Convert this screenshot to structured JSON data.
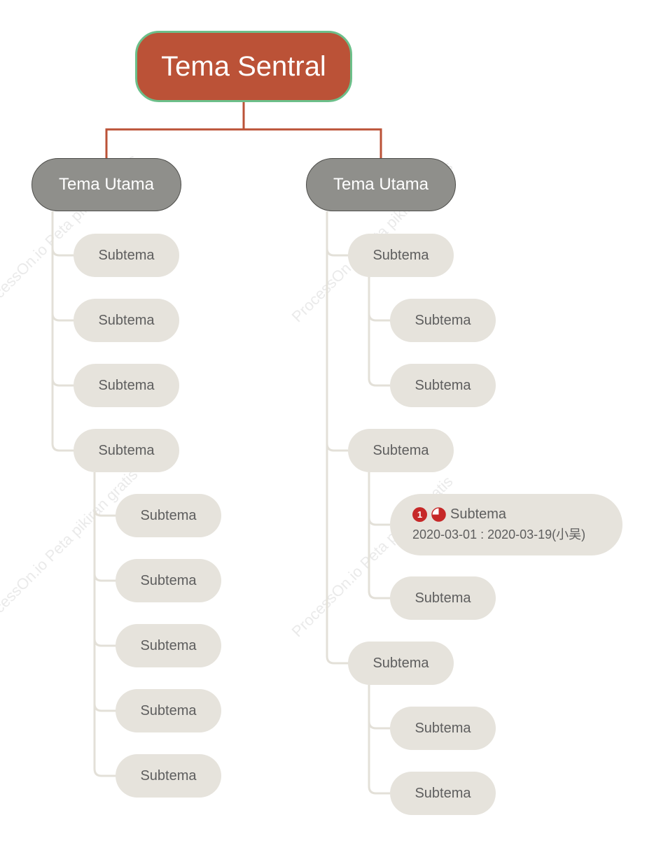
{
  "central_topic": "Tema Sentral",
  "main_topics": [
    {
      "label": "Tema Utama",
      "subtopics": [
        {
          "label": "Subtema"
        },
        {
          "label": "Subtema"
        },
        {
          "label": "Subtema"
        },
        {
          "label": "Subtema",
          "children": [
            "Subtema",
            "Subtema",
            "Subtema",
            "Subtema",
            "Subtema"
          ]
        }
      ]
    },
    {
      "label": "Tema Utama",
      "subtopics": [
        {
          "label": "Subtema",
          "children": [
            "Subtema",
            "Subtema"
          ]
        },
        {
          "label": "Subtema",
          "children": [
            "Subtema",
            "Subtema"
          ],
          "task": {
            "priority": "1",
            "progress_icon": "three-quarter-pie-icon",
            "label": "Subtema",
            "date_range": "2020-03-01 : 2020-03-19(小吴)"
          }
        },
        {
          "label": "Subtema",
          "children": [
            "Subtema",
            "Subtema"
          ]
        }
      ]
    }
  ],
  "watermark": "ProcessOn.io Peta pikiran gratis",
  "colors": {
    "central_fill": "#bb5237",
    "central_border": "#6cbf8a",
    "main_fill": "#8f8f8b",
    "sub_fill": "#e6e3dc",
    "connector_main": "#bb5237",
    "connector_sub": "#e3e0d8",
    "badge": "#c62828"
  }
}
